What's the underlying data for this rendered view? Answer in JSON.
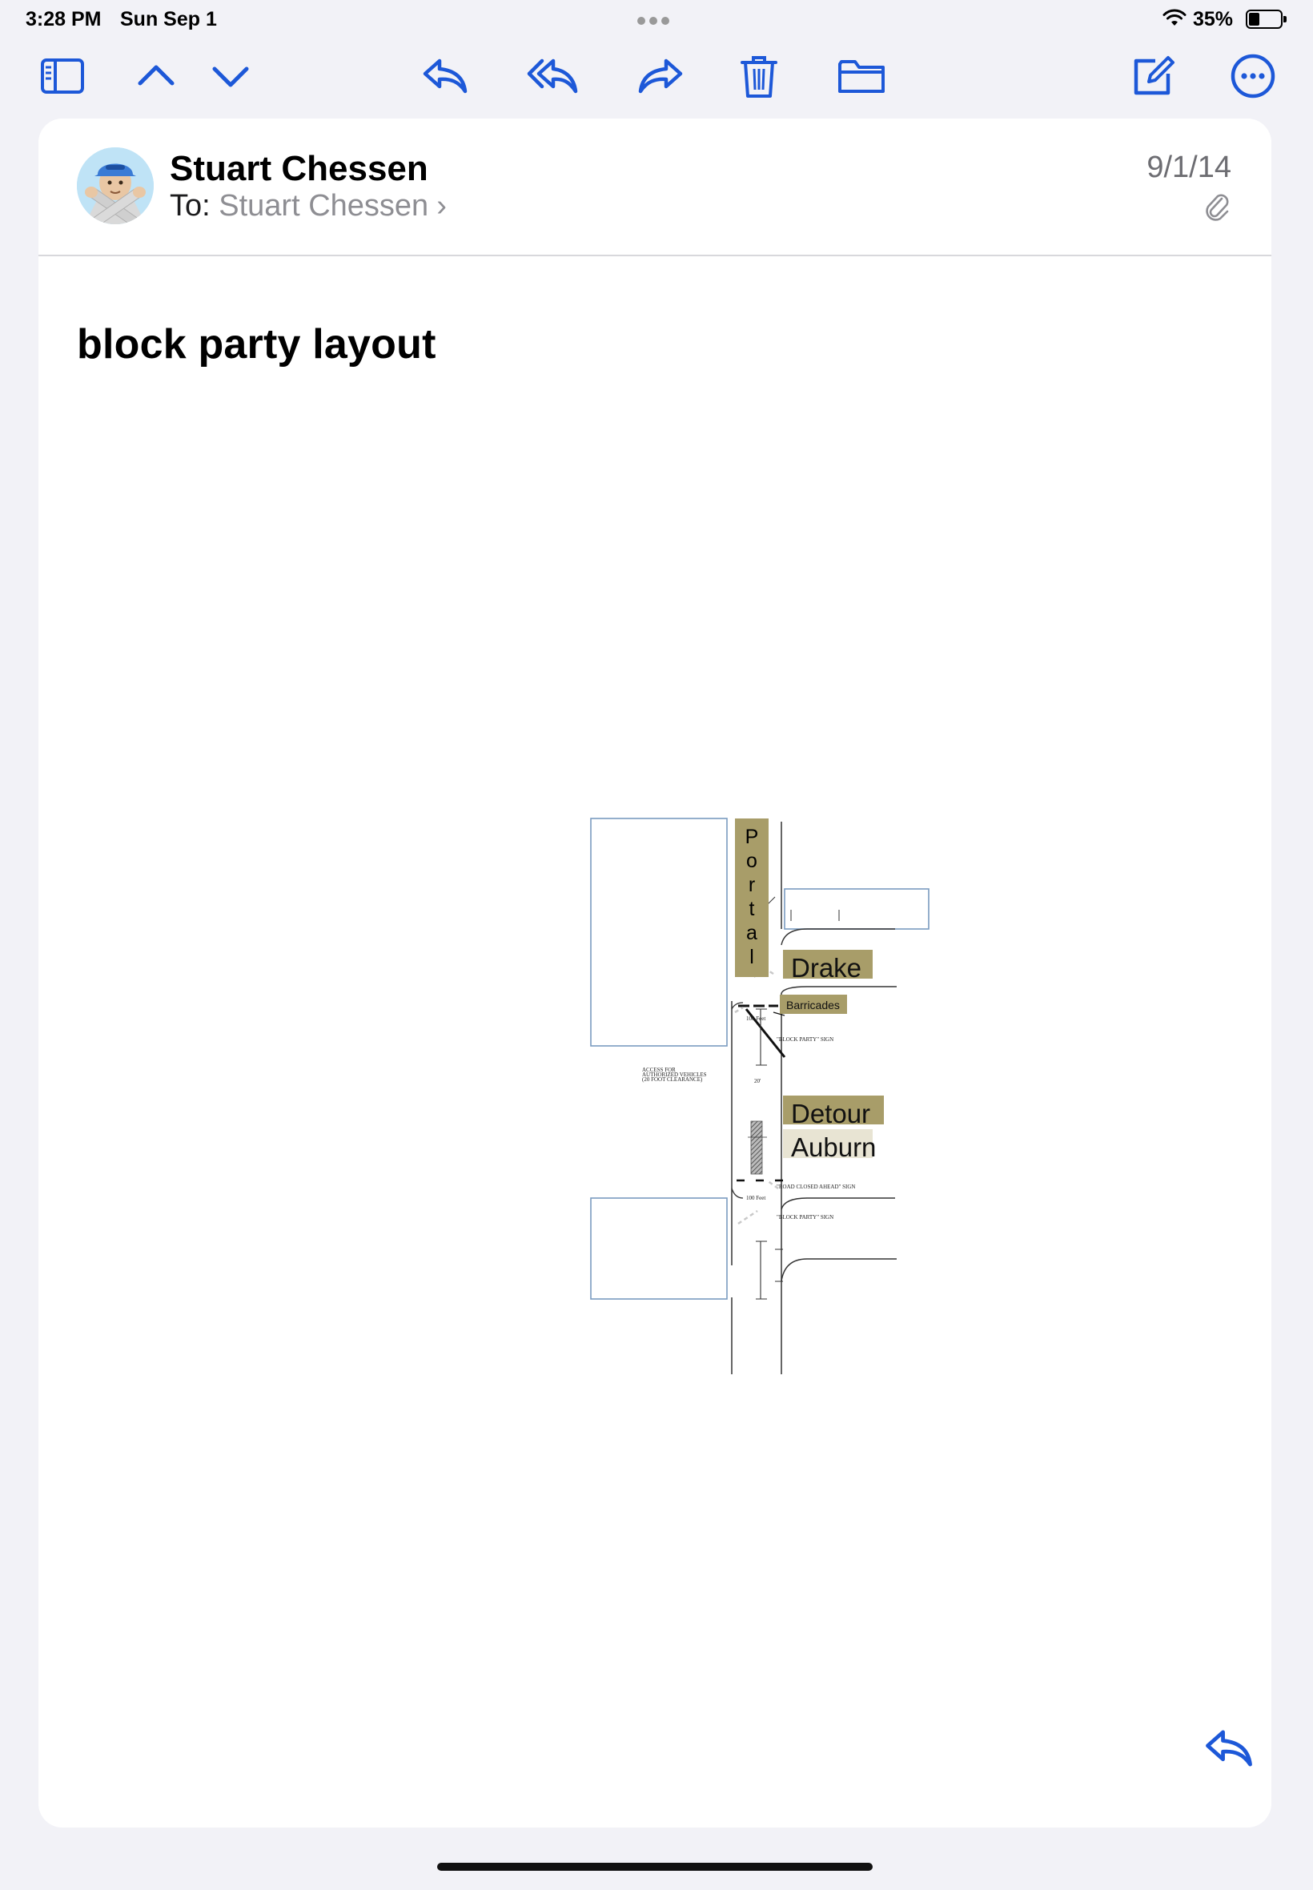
{
  "status_bar": {
    "time": "3:28 PM",
    "date": "Sun Sep 1",
    "battery": "35%"
  },
  "toolbar": {
    "accent_color": "#1d58d8",
    "buttons": [
      {
        "name": "sidebar-toggle-button",
        "icon": "sidebar-icon"
      },
      {
        "name": "previous-message-button",
        "icon": "chevron-up-icon"
      },
      {
        "name": "next-message-button",
        "icon": "chevron-down-icon"
      },
      {
        "name": "reply-button",
        "icon": "reply-icon"
      },
      {
        "name": "reply-all-button",
        "icon": "reply-all-icon"
      },
      {
        "name": "forward-button",
        "icon": "forward-icon"
      },
      {
        "name": "trash-button",
        "icon": "trash-icon"
      },
      {
        "name": "move-to-folder-button",
        "icon": "folder-icon"
      },
      {
        "name": "compose-button",
        "icon": "compose-icon"
      },
      {
        "name": "more-button",
        "icon": "ellipsis-circle-icon"
      }
    ]
  },
  "message": {
    "sender": "Stuart Chessen",
    "to_label": "To:",
    "to_name": "Stuart Chessen",
    "to_chevron": "›",
    "date": "9/1/14",
    "subject": "block party layout"
  },
  "diagram": {
    "portal_letters": [
      "P",
      "o",
      "r",
      "t",
      "a",
      "l"
    ],
    "drake": "Drake",
    "barricades": "Barricades",
    "detour": "Detour",
    "auburn": "Auburn",
    "distance_top": "100 Feet",
    "block_party_sign_top": "\"BLOCK PARTY\" SIGN",
    "access_note_1": "ACCESS FOR",
    "access_note_2": "AUTHORIZED VEHICLES",
    "access_note_3": "(20 FOOT CLEARANCE)",
    "clearance": "20'",
    "road_closed_sign": "\"ROAD CLOSED AHEAD\" SIGN",
    "distance_bottom": "100 Feet",
    "block_party_sign_bottom": "\"BLOCK PARTY\" SIGN",
    "colors": {
      "label_fill": "#a89d69",
      "label_light_fill": "#e8e4d3",
      "building_stroke": "#7a9bc0"
    }
  }
}
